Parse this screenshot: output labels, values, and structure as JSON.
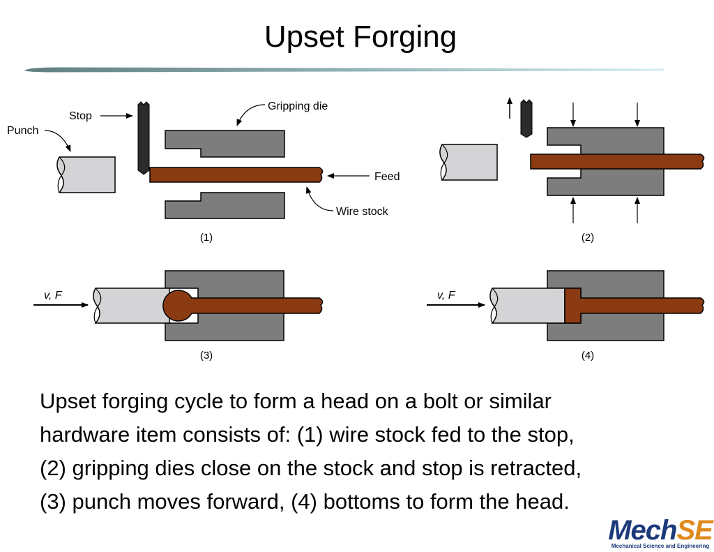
{
  "title": "Upset Forging",
  "diagram": {
    "label_stop": "Stop",
    "label_punch": "Punch",
    "label_gripping_die": "Gripping die",
    "label_feed": "Feed",
    "label_wire_stock": "Wire stock",
    "label_vf_3": "v, F",
    "label_vf_4": "v, F",
    "step1": "(1)",
    "step2": "(2)",
    "step3": "(3)",
    "step4": "(4)"
  },
  "caption": {
    "line1": "Upset forging cycle to form a head on a bolt or similar",
    "line2": "hardware item consists of: (1) wire stock fed to the stop,",
    "line3": "(2) gripping dies close on the stock and stop is retracted,",
    "line4": "(3) punch moves forward, (4) bottoms to form the head."
  },
  "logo": {
    "word_a": "Mech",
    "word_b": "SE",
    "subtitle": "Mechanical Science and Engineering"
  },
  "colors": {
    "wire": "#8a3b12",
    "die": "#7d7d7d",
    "punch": "#d4d4d6",
    "stop": "#2b2b2b"
  }
}
